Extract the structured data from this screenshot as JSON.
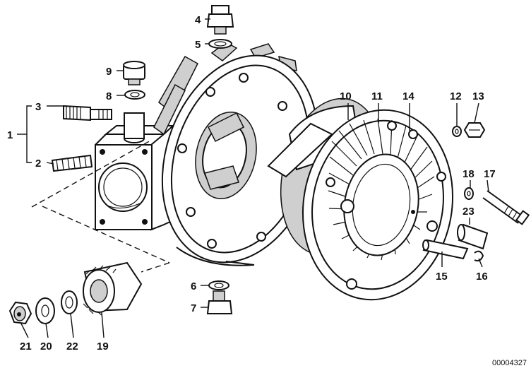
{
  "diagram": {
    "callouts": {
      "c1": "1",
      "c2": "2",
      "c3": "3",
      "c4": "4",
      "c5": "5",
      "c6": "6",
      "c7": "7",
      "c8": "8",
      "c9": "9",
      "c10": "10",
      "c11": "11",
      "c12": "12",
      "c13": "13",
      "c14": "14",
      "c15": "15",
      "c16": "16",
      "c17": "17",
      "c18": "18",
      "c19": "19",
      "c20": "20",
      "c21": "21",
      "c22": "22",
      "c23": "23"
    },
    "document_number": "00004327"
  }
}
